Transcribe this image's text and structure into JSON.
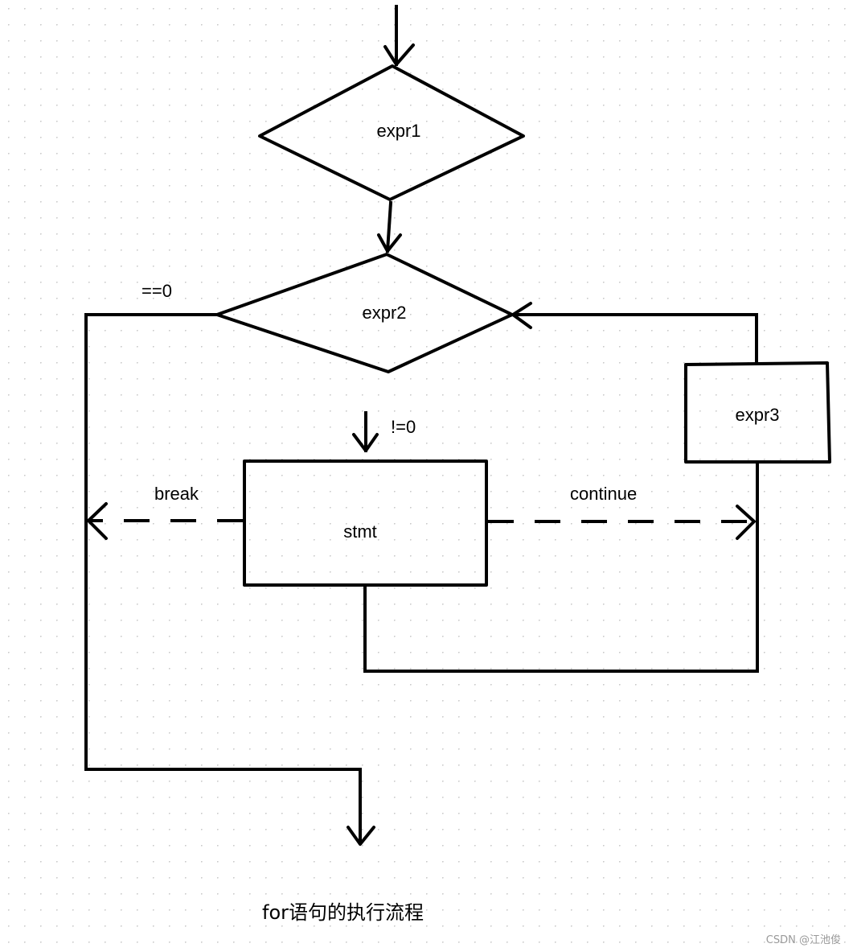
{
  "diagram": {
    "nodes": {
      "expr1": "expr1",
      "expr2": "expr2",
      "stmt": "stmt",
      "expr3": "expr3"
    },
    "edge_labels": {
      "false_branch": "==0",
      "true_branch": "!=0",
      "break": "break",
      "continue": "continue"
    },
    "caption": "for语句的执行流程"
  },
  "watermark": "CSDN @江池俊",
  "colors": {
    "background": "#ffffff",
    "grid_dots": "#c8c8c8",
    "stroke": "#000000",
    "watermark": "#9a9a9a"
  }
}
